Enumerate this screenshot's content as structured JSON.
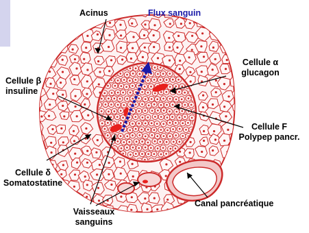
{
  "labels": {
    "acinus": "Acinus",
    "flux": "Flux sanguin",
    "alpha_line1": "Cellule α",
    "alpha_line2": "glucagon",
    "beta_line1": "Cellule β",
    "beta_line2": "insuline",
    "f_line1": "Cellule F",
    "f_line2": "Polypep pancr.",
    "delta_line1": "Cellule δ",
    "delta_line2": "Somatostatine",
    "canal": "Canal pancréatique",
    "vaisseaux_line1": "Vaisseaux",
    "vaisseaux_line2": "sanguins"
  },
  "colors": {
    "tissue": "#cc2a2a",
    "tissue_fill": "#fbe4e4",
    "vessel": "#e8201c",
    "flux_arrow": "#1a1aa8",
    "label_text": "#000000",
    "flux_text": "#1a1aa8",
    "corner_tab": "#d4d4ee"
  }
}
